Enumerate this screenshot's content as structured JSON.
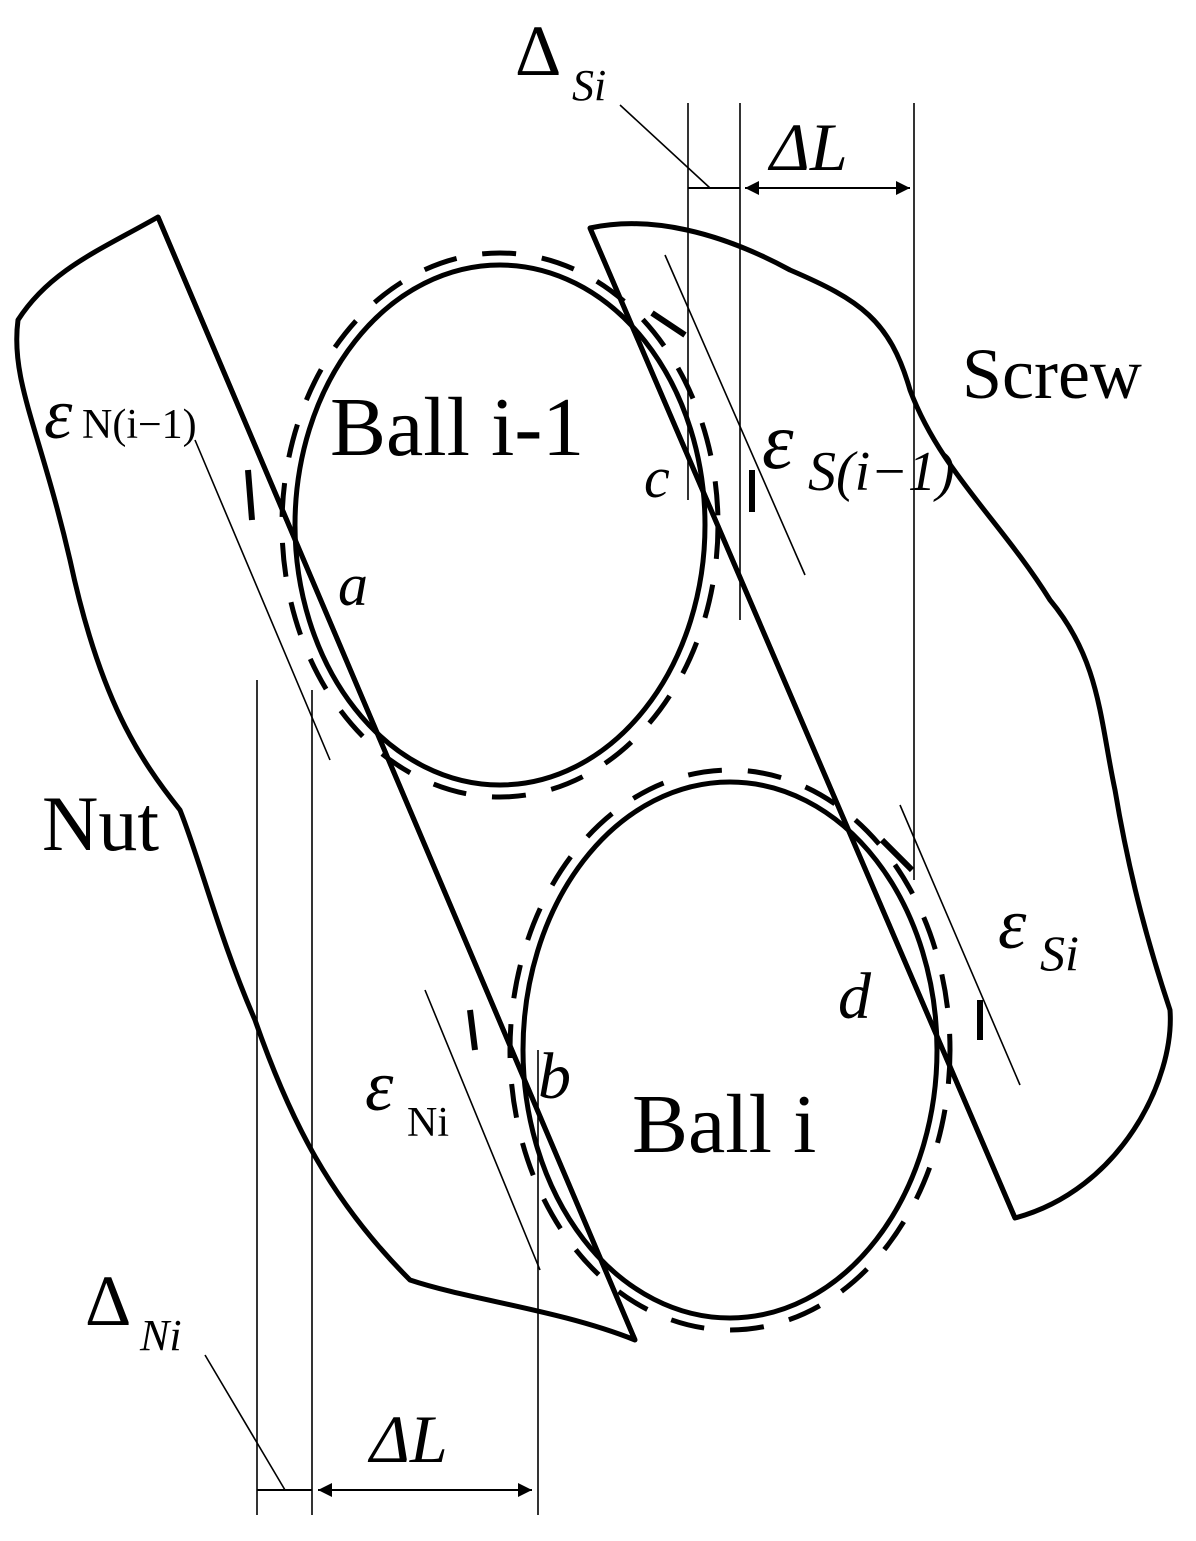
{
  "labels": {
    "nut": "Nut",
    "screw": "Screw",
    "ball_prev": "Ball i-1",
    "ball_i": "Ball  i",
    "a": "a",
    "b": "b",
    "c": "c",
    "d": "d",
    "delta_l": "ΔL",
    "delta": "Δ",
    "delta_si_sub": "Si",
    "delta_ni_sub": "Ni",
    "eps": "ε",
    "eps_n_prev_sub": "N(i−1)",
    "eps_s_prev_sub": "S(i−1)",
    "eps_si_sub": "Si",
    "eps_ni_sub": "Ni"
  },
  "colors": {
    "stroke": "#000000",
    "contact_label": "#1a2a6c",
    "background": "#ffffff"
  }
}
